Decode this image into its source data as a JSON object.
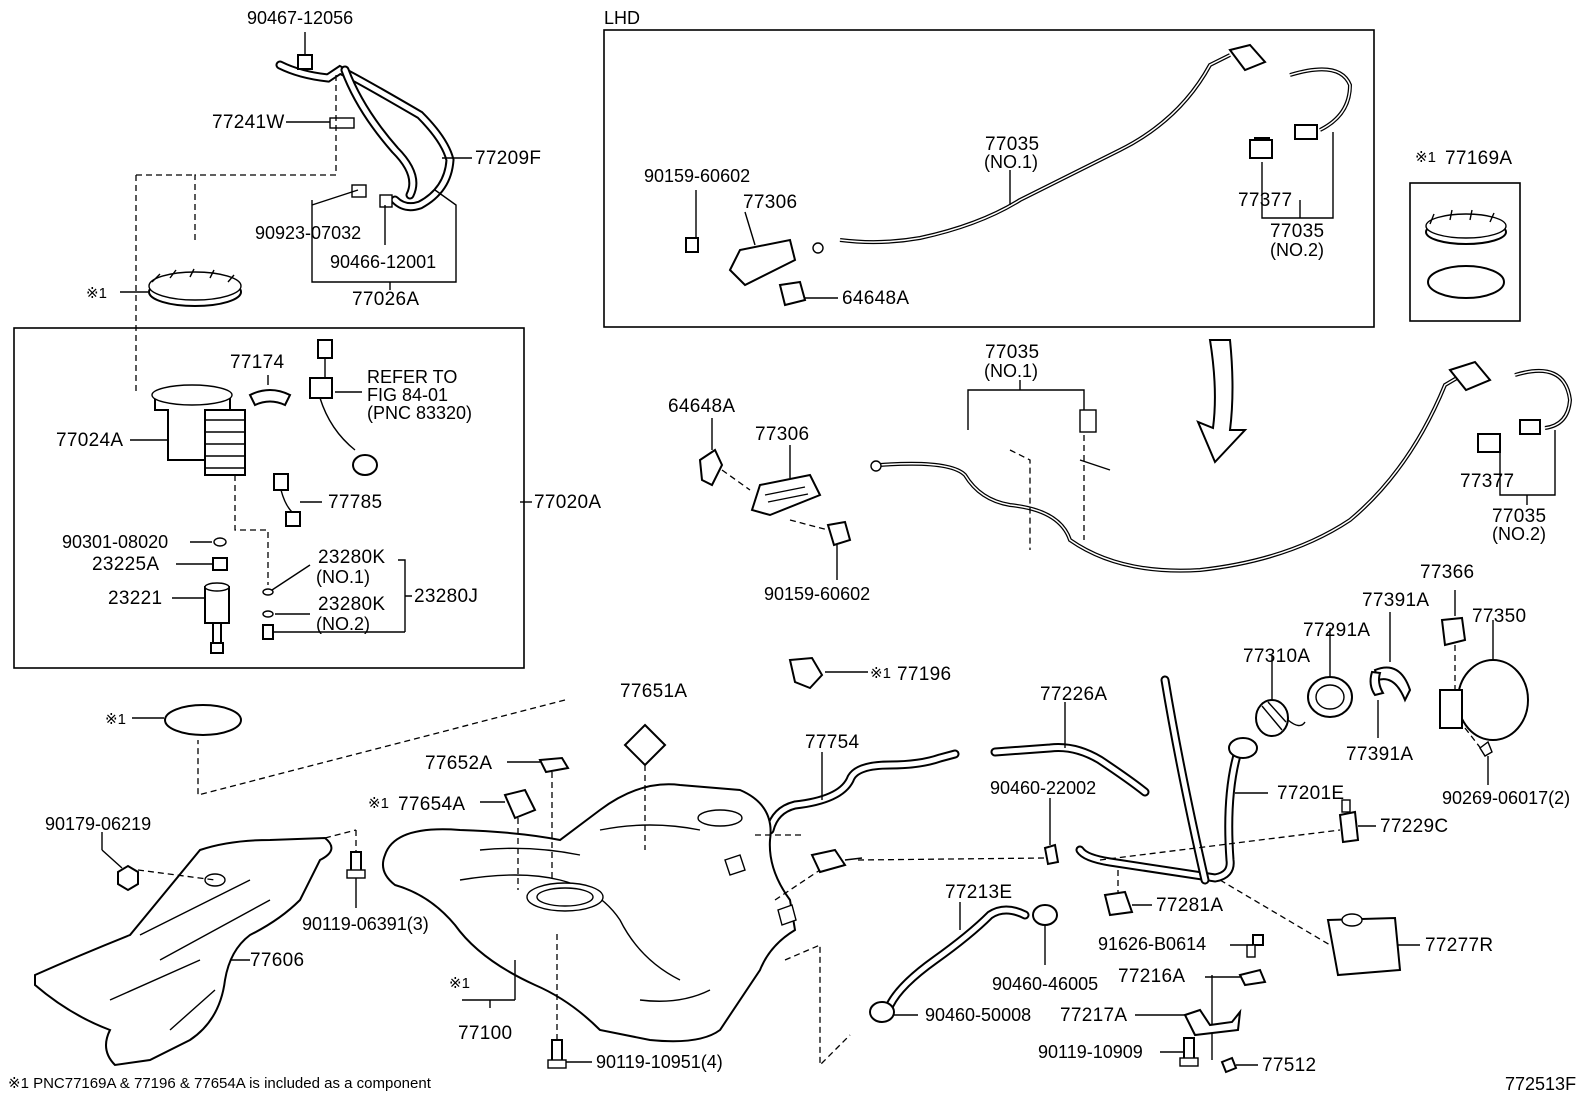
{
  "diagram_id": "772513F",
  "footnote": "※1  PNC77169A & 77196 & 77654A is included as a component",
  "lhd_label": "LHD",
  "note_mark": "※1",
  "refer_note": [
    "REFER TO",
    "FIG 84-01",
    "(PNC 83320)"
  ],
  "labels": {
    "p90467": "90467-12056",
    "p77241W": "77241W",
    "p77209F": "77209F",
    "p90923": "90923-07032",
    "p90466": "90466-12001",
    "p77026A": "77026A",
    "p77174": "77174",
    "p77024A": "77024A",
    "p77785": "77785",
    "p77020A": "77020A",
    "p90301": "90301-08020",
    "p23225A": "23225A",
    "p23221": "23221",
    "p23280K_1": "23280K",
    "p23280K_1n": "(NO.1)",
    "p23280K_2": "23280K",
    "p23280K_2n": "(NO.2)",
    "p23280J": "23280J",
    "p90159_lhd": "90159-60602",
    "p77306_lhd": "77306",
    "p64648A_lhd": "64648A",
    "p77035_lhd": "77035",
    "p77035_lhd_n": "(NO.1)",
    "p77377_lhd": "77377",
    "p77035b_lhd": "77035",
    "p77035b_lhd_n": "(NO.2)",
    "p77169A": "77169A",
    "p77035_main": "77035",
    "p77035_main_n": "(NO.1)",
    "p64648A": "64648A",
    "p77306": "77306",
    "p90159": "90159-60602",
    "p77377": "77377",
    "p77035b": "77035",
    "p77035b_n": "(NO.2)",
    "p77366": "77366",
    "p77391A_top": "77391A",
    "p77350": "77350",
    "p77291A": "77291A",
    "p77310A": "77310A",
    "p77391A_bot": "77391A",
    "p90269": "90269-06017(2)",
    "p77651A": "77651A",
    "p77196": "77196",
    "p77226A": "77226A",
    "p77652A": "77652A",
    "p77754": "77754",
    "p77654A": "77654A",
    "p90460_22": "90460-22002",
    "p77201E": "77201E",
    "p90179": "90179-06219",
    "p77229C": "77229C",
    "p90119_06": "90119-06391(3)",
    "p77606": "77606",
    "p77213E": "77213E",
    "p77281A": "77281A",
    "p91626": "91626-B0614",
    "p77277R": "77277R",
    "p90460_46": "90460-46005",
    "p77216A": "77216A",
    "p90460_50": "90460-50008",
    "p77217A": "77217A",
    "p77100": "77100",
    "p90119_10909": "90119-10909",
    "p77512": "77512",
    "p90119_10951": "90119-10951(4)"
  }
}
